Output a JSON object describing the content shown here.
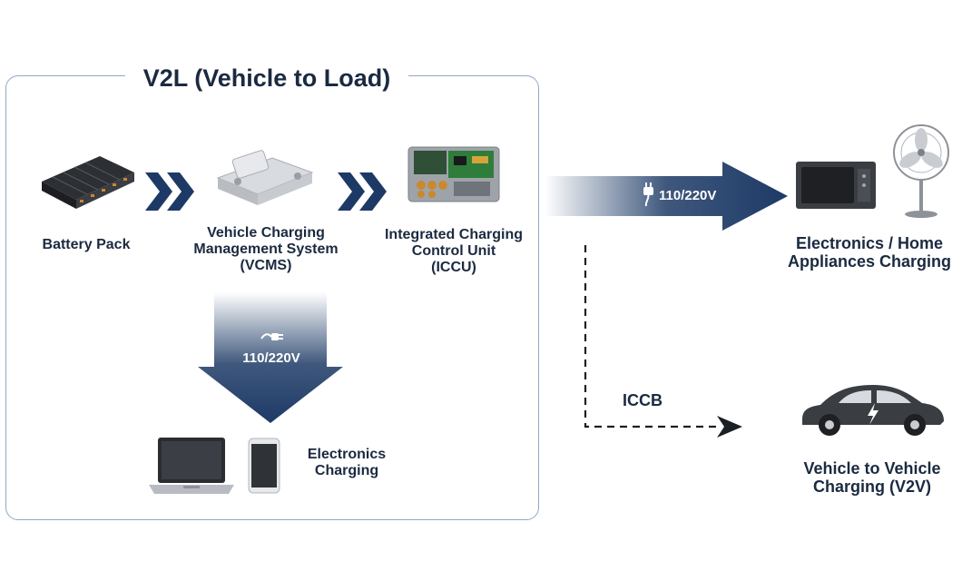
{
  "diagram": {
    "title": "V2L (Vehicle to Load)",
    "nodes": {
      "battery_pack": "Battery Pack",
      "vcms": [
        "Vehicle Charging",
        "Management System",
        "(VCMS)"
      ],
      "iccu": [
        "Integrated Charging",
        "Control Unit",
        "(ICCU)"
      ],
      "electronics_charging": [
        "Electronics",
        "Charging"
      ],
      "home_appliances": [
        "Electronics / Home",
        "Appliances Charging"
      ],
      "v2v": [
        "Vehicle to Vehicle",
        "Charging (V2V)"
      ]
    },
    "flows": {
      "down_voltage": "110/220V",
      "right_voltage": "110/220V",
      "iccb_label": "ICCB"
    },
    "icons": [
      "battery-pack-icon",
      "vcms-unit-icon",
      "iccu-board-icon",
      "plug-icon",
      "laptop-icon",
      "smartphone-icon",
      "microwave-icon",
      "fan-icon",
      "car-icon",
      "lightning-icon"
    ],
    "colors": {
      "navy": "#1d3a66",
      "text": "#1b2a40",
      "box_border": "#8fa9c4"
    }
  }
}
